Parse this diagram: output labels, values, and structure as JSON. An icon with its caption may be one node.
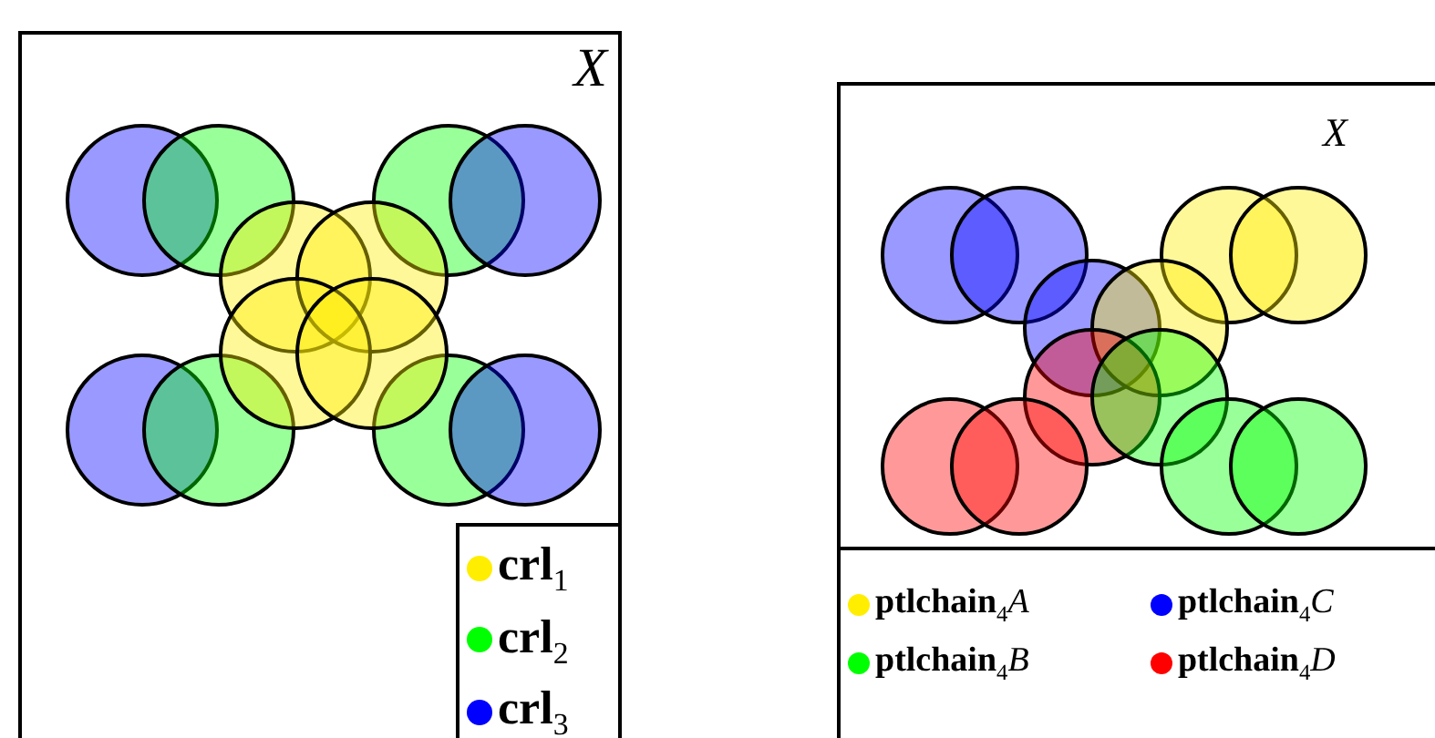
{
  "diagram": {
    "nodes": [
      {
        "text": [
          "X"
        ]
      },
      {
        "text": [
          "X"
        ]
      }
    ],
    "legend": [
      {
        "text": "**crl**$_{1}$",
        "color": "#ffee00"
      },
      {
        "text": "**crl**$_{2}$",
        "color": "#00ff00"
      },
      {
        "text": "**crl**$_{3}$",
        "color": "#0000ff"
      },
      {
        "text": "**ptlchain**$_{4}$*A*",
        "color": "#ffee00"
      },
      {
        "text": "**ptlchain**$_{4}$*C*",
        "color": "#0000ff"
      },
      {
        "text": "**ptlchain**$_{4}$*B*",
        "color": "#00ff00"
      },
      {
        "text": "**ptlchain**$_{4}$*D*",
        "color": "#ff0000"
      }
    ]
  }
}
